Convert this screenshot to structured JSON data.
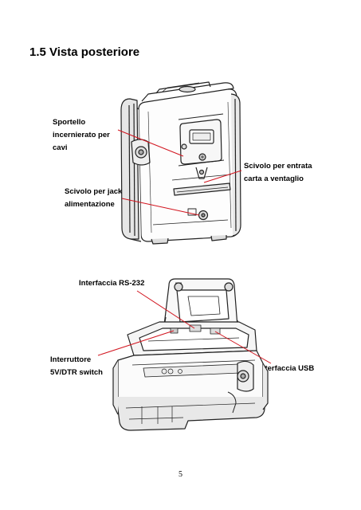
{
  "section": {
    "title": "1.5 Vista posteriore"
  },
  "figure_rear": {
    "callouts": {
      "cable_door": [
        "Sportello",
        "incernierato per",
        "cavi"
      ],
      "fanfold_slot": [
        "Scivolo per entrata",
        "carta a ventaglio"
      ],
      "power_jack": [
        "Scivolo per jack",
        "alimentazione"
      ]
    }
  },
  "figure_open": {
    "callouts": {
      "rs232": [
        "Interfaccia RS-232"
      ],
      "switch": [
        "Interruttore",
        "5V/DTR switch"
      ],
      "usb": [
        "Interfaccia USB"
      ]
    }
  },
  "colors": {
    "leader_line": "#d2141e",
    "outline": "#222222"
  },
  "page": {
    "number": "5"
  }
}
